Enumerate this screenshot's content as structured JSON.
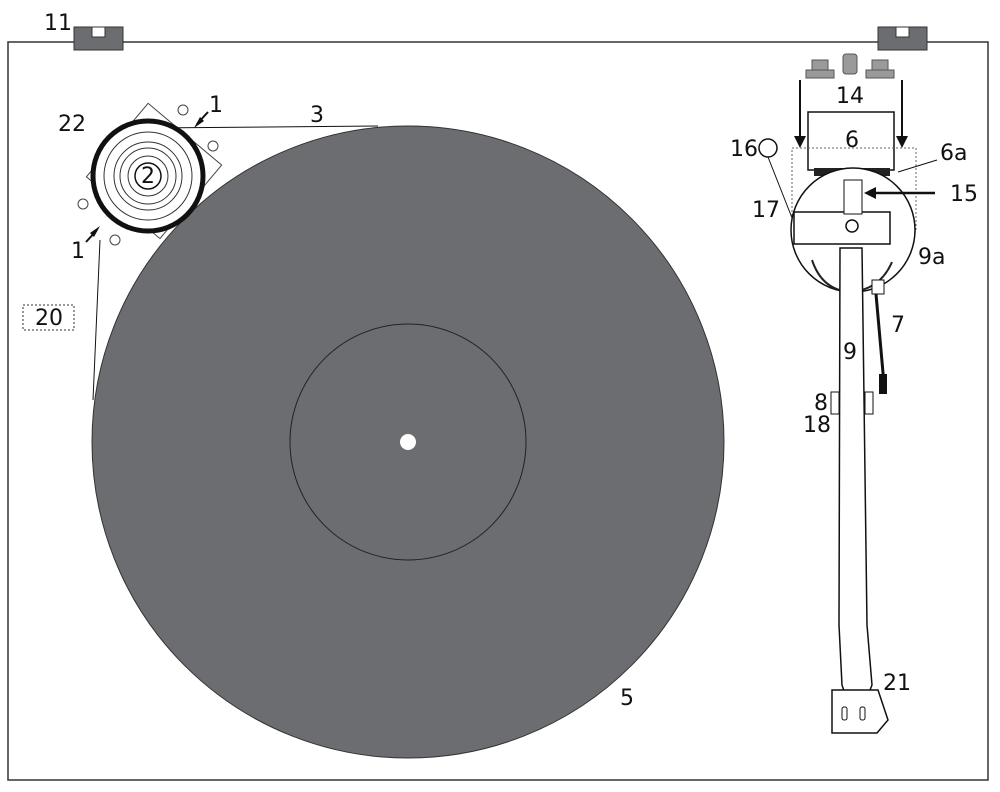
{
  "labels": {
    "l1a": "1",
    "l1b": "1",
    "l2": "2",
    "l3": "3",
    "l5": "5",
    "l6": "6",
    "l6a": "6a",
    "l7": "7",
    "l8": "8",
    "l9": "9",
    "l9a": "9a",
    "l11": "11",
    "l14": "14",
    "l15": "15",
    "l16": "16",
    "l17": "17",
    "l18": "18",
    "l20": "20",
    "l21": "21",
    "l22": "22"
  },
  "colors": {
    "platter": "#6b6d70",
    "line": "#111111",
    "background": "#ffffff",
    "part_gray": "#9a9a9a"
  }
}
